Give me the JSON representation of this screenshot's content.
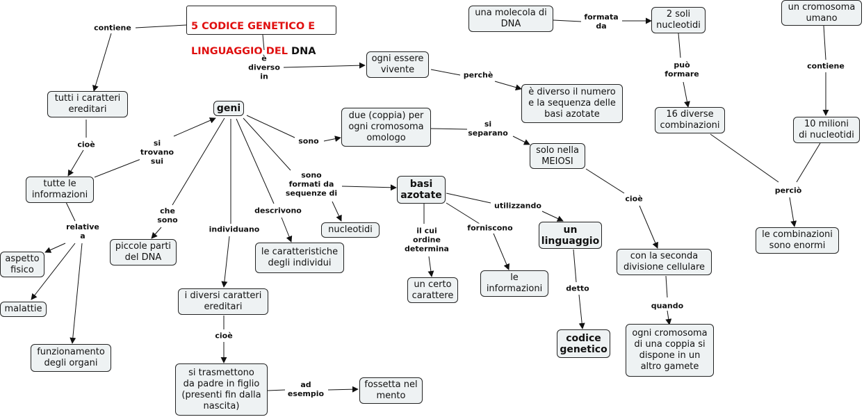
{
  "title": {
    "part1": "5 CODICE GENETICO E",
    "part2": "LINGUAGGIO DEL ",
    "part3": "DNA"
  },
  "nodes": {
    "molecola": "una molecola di\nDNA",
    "nucleotidi2": "2 soli\nnucleotidi",
    "cromosoma_umano": "un cromosoma\numano",
    "essere_vivente": "ogni essere\nvivente",
    "diverso_numero": "è diverso il numero\ne la sequenza delle\nbasi azotate",
    "caratteri_ereditari": "tutti i caratteri\nereditari",
    "geni": "geni",
    "coppia": "due (coppia) per\nogni cromosoma\nomologo",
    "combinazioni16": "16 diverse\ncombinazioni",
    "milioni10": "10 milioni\ndi nucleotidi",
    "meiosi": "solo nella\nMEIOSI",
    "informazioni": "tutte le\ninformazioni",
    "basi_azotate": "basi\nazotate",
    "nucleotidi": "nucleotidi",
    "linguaggio": "un\nlinguaggio",
    "combinazioni_enormi": "le combinazioni\nsono enormi",
    "aspetto": "aspetto\nfisico",
    "parti_dna": "piccole parti\ndel DNA",
    "caratteristiche": "le caratteristiche\ndegli individui",
    "seconda_divisione": "con la seconda\ndivisione cellulare",
    "carattere": "un certo\ncarattere",
    "le_informazioni": "le\ninformazioni",
    "malattie": "malattie",
    "diversi_caratteri": "i diversi caratteri\nereditari",
    "codice": "codice\ngenetico",
    "gamete": "ogni cromosoma\ndi una coppia si\ndispone in un\naltro gamete",
    "organi": "funzionamento\ndegli organi",
    "trasmettono": "si trasmettono\nda padre in figlio\n(presenti fin dalla\nnascita)",
    "fossetta": "fossetta nel\nmento"
  },
  "links": {
    "contiene1": "contiene",
    "e_diverso": "è\ndiverso\nin",
    "formata_da": "formata\nda",
    "perche": "perchè",
    "puo_formare": "può\nformare",
    "contiene2": "contiene",
    "cioe1": "cioè",
    "si_trovano": "si\ntrovano\nsui",
    "sono": "sono",
    "si_separano": "si\nseparano",
    "sono_formati": "sono\nformati da\nsequenze di",
    "percio": "perciò",
    "relative_a": "relative\na",
    "che_sono": "che\nsono",
    "individuano": "individuano",
    "descrivono": "descrivono",
    "utilizzando": "utilizzando",
    "il_cui": "il cui\nordine\ndetermina",
    "forniscono": "forniscono",
    "cioe2": "cioè",
    "detto": "detto",
    "cioe3": "cioè",
    "quando": "quando",
    "ad_esempio": "ad\nesempio"
  }
}
